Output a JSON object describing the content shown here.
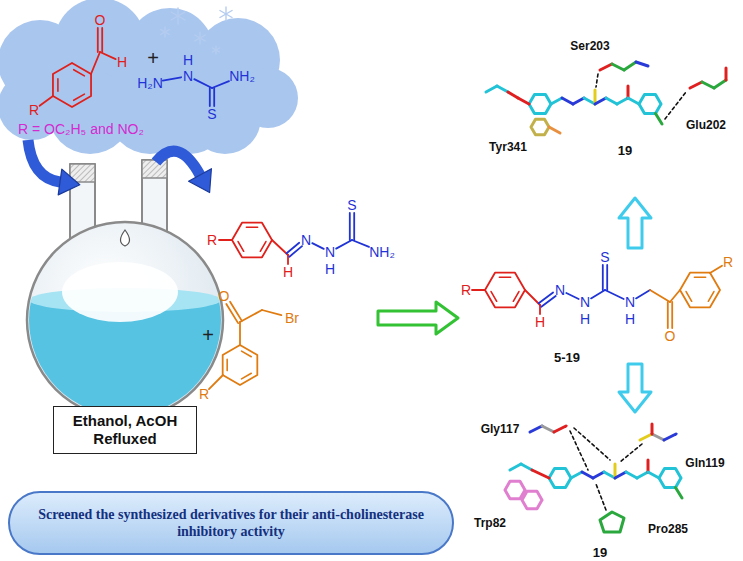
{
  "diagram": {
    "nodes": [
      {
        "text": [
          "R = OC₂H₅ and NO₂"
        ]
      },
      {
        "text": [
          "Ethanol, AcOH Refluxed"
        ]
      },
      {
        "text": [
          "Screened the synthesized derivatives for their anti-cholinesterase inhibitory activity"
        ]
      }
    ],
    "labels": [
      "O",
      "H",
      "R",
      "+",
      "H₂N",
      "H",
      "N",
      "NH₂",
      "S",
      "R",
      "H",
      "N",
      "N",
      "H",
      "S",
      "NH₂",
      "+",
      "O",
      "Br",
      "R",
      "R",
      "H",
      "N",
      "N",
      "H",
      "S",
      "N",
      "H",
      "O",
      "R",
      "5-19",
      "Ser203",
      "Glu202",
      "Tyr341",
      "19",
      "Gly117",
      "Gln119",
      "Trp82",
      "Pro285",
      "19"
    ]
  }
}
